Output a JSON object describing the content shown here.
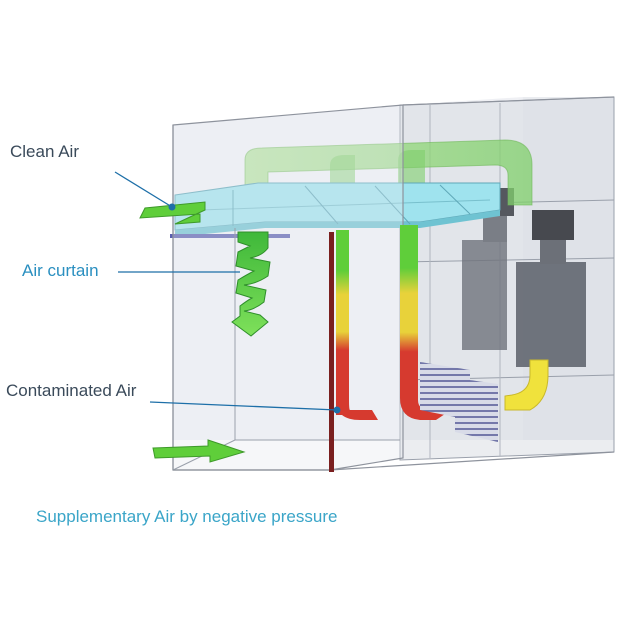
{
  "labels": {
    "clean_air": "Clean Air",
    "air_curtain": "Air curtain",
    "contaminated_air": "Contaminated Air"
  },
  "caption": "Supplementary Air by negative pressure",
  "icons": [
    "fan-motor-icon",
    "flow-arrow-icon"
  ],
  "colors": {
    "clean_air_flow": "#5fce3a",
    "contaminated_flow": "#d63a2f",
    "transition_flow": "#e8d23a",
    "filter_panel": "#9fe3ee",
    "leader_line": "#1d6fa8",
    "caption": "#3aa5c8"
  }
}
